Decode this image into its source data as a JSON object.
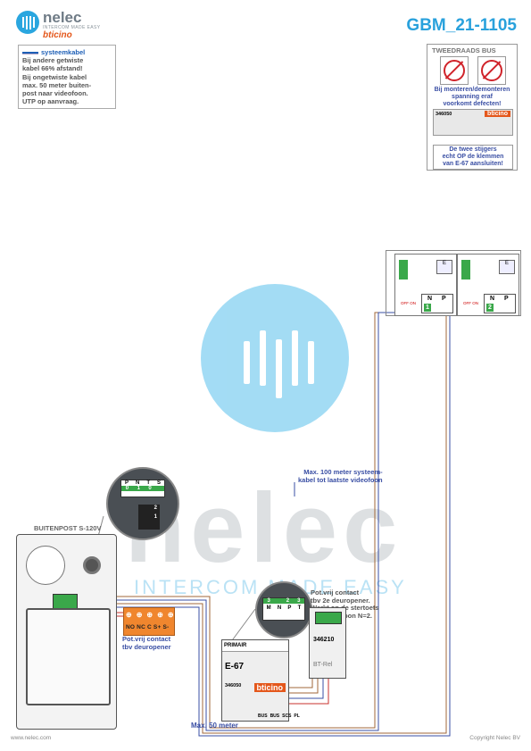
{
  "brand": {
    "name": "nelec",
    "tagline": "INTERCOM MADE EASY",
    "sub_brand": "bticino"
  },
  "doc_code": "GBM_21-1105",
  "cable_note": {
    "heading": "systeemkabel",
    "lines": [
      "Bij andere getwiste",
      "kabel 66% afstand!",
      "Bij ongetwiste kabel",
      "max. 50 meter buiten-",
      "post naar videofoon.",
      "UTP op aanvraag."
    ]
  },
  "two_wire_bus": {
    "title": "TWEEDRAADS BUS",
    "warning": [
      "Bij monteren/demonteren",
      "spanning eraf",
      "voorkomt defecten!"
    ],
    "module_id": "346050",
    "module_brand": "bticino",
    "note": [
      "De twee stijgers",
      "echt OP de klemmen",
      "van E-67 aansluiten!"
    ]
  },
  "door_station": {
    "label": "BUITENPOST S-120V",
    "relay_terms": [
      "NO",
      "NC",
      "C",
      "S+",
      "S-"
    ],
    "contact_label": [
      "Pot.vrij contact",
      "tbv deuropener"
    ]
  },
  "dip_top": {
    "headers": [
      "P",
      "N",
      "T",
      "S"
    ],
    "values": [
      "0",
      "1",
      "0",
      ""
    ],
    "digits": [
      "2",
      "1"
    ]
  },
  "dip_mid": {
    "values": [
      "3",
      "",
      "2",
      "3"
    ],
    "headers": [
      "M",
      "N",
      "P",
      "T"
    ]
  },
  "e67": {
    "title": "PRIMAIR",
    "name": "E-67",
    "id": "346050",
    "brand": "bticino",
    "terms": [
      "BUS",
      "BUS",
      "SCS",
      "PL"
    ]
  },
  "btrel": {
    "id": "346210",
    "sub": "BT-Rel",
    "contact_label": [
      "Pot.vrij contact",
      "tbv 2e deuropener.",
      "Werkt op de stertoets",
      "van videofoon N=2."
    ]
  },
  "videophones": [
    {
      "screen": "E",
      "n_label": "N",
      "p_label": "P",
      "n_value": "1",
      "switch": "OFF ON"
    },
    {
      "screen": "E",
      "n_label": "N",
      "p_label": "P",
      "n_value": "2",
      "switch": "OFF ON"
    }
  ],
  "distances": {
    "to_last": [
      "Max. 100 meter systeem-",
      "kabel tot laatste videofoon"
    ],
    "to_station": "Max. 50 meter"
  },
  "footer": {
    "left": "www.nelec.com",
    "right": "Copyright Nelec BV"
  },
  "colors": {
    "accent": "#29a1dc",
    "bticino": "#e4571b",
    "wire_blue": "#3a4fa4",
    "wire_red": "#c9302c",
    "wire_brown": "#a0673a"
  }
}
